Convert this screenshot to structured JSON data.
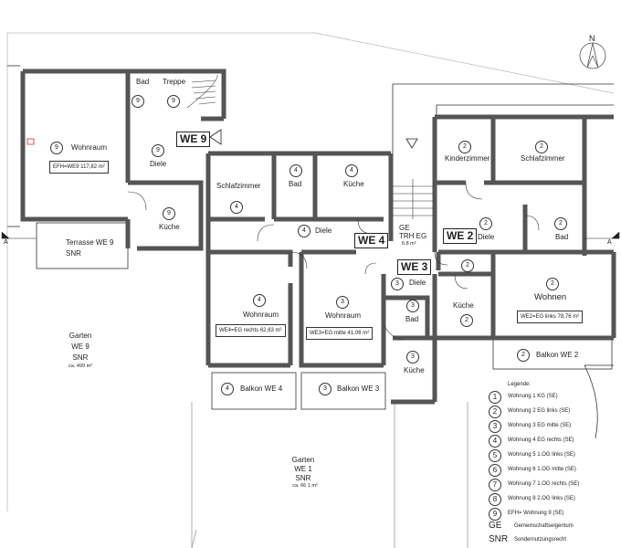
{
  "north": "N",
  "rooms": {
    "wohnraum_we9": "Wohnraum",
    "bad_we9": "Bad",
    "treppe": "Treppe",
    "diele_we9": "Diele",
    "kueche_we9": "Küche",
    "terrasse": "Terrasse WE 9",
    "terrasse_snr": "SNR",
    "schlaf_we4": "Schlafzimmer",
    "bad_we4": "Bad",
    "kueche_we4": "Küche",
    "diele_we4": "Diele",
    "wohnraum_we4": "Wohnraum",
    "balkon_we4": "Balkon  WE 4",
    "wohnraum_we3": "Wohnraum",
    "diele_we3": "Diele",
    "bad_we3": "Bad",
    "kueche_we3": "Küche",
    "balkon_we3": "Balkon WE 3",
    "kinder_we2": "Kinderzimmer",
    "schlaf_we2": "Schlafzimmer",
    "diele_we2": "Diele",
    "bad_we2": "Bad",
    "kueche_we2": "Küche",
    "wohnen_we2": "Wohnen",
    "balkon_we2": "Balkon  WE 2",
    "ge_trh": "GE",
    "trh_eg": "TRH EG",
    "trh_area": "6.8 m²"
  },
  "area_boxes": {
    "we9": "EFH=WE9   117,82 m²",
    "we4": "WE4=EG rechts  62,63 m²",
    "we3": "WE3=EG mitte  41,06 m²",
    "we2": "WE2=EG links  78,76 m²"
  },
  "we_tags": {
    "we9": "WE 9",
    "we4": "WE 4",
    "we3": "WE 3",
    "we2": "WE 2"
  },
  "section_marks": {
    "left": "A",
    "right": "A"
  },
  "gardens": {
    "g9_1": "Garten",
    "g9_2": "WE 9",
    "g9_3": "SNR",
    "g9_4": "ca. 499 m²",
    "g1_1": "Garten",
    "g1_2": "WE 1",
    "g1_3": "SNR",
    "g1_4": "ca. 66 1 m²"
  },
  "legend": {
    "title": "Legende:",
    "items": [
      {
        "num": "1",
        "text": "Wohnung 1   KG      (SE)"
      },
      {
        "num": "2",
        "text": "Wohnung 2   EG links (SE)"
      },
      {
        "num": "3",
        "text": "Wohnung 3   EG mitte (SE)"
      },
      {
        "num": "4",
        "text": "Wohnung 4   EG rechts (SE)"
      },
      {
        "num": "5",
        "text": "Wohnung 5  1.OG links (SE)"
      },
      {
        "num": "6",
        "text": "Wohnung 6  1.OG mitte (SE)"
      },
      {
        "num": "7",
        "text": "Wohnung 7  1.OG rechts (SE)"
      },
      {
        "num": "8",
        "text": "Wohnung 8  2.OG links (SE)"
      },
      {
        "num": "9",
        "text": "EFH= Wohnung 9  (SE)"
      }
    ],
    "abbr": [
      {
        "key": "GE",
        "text": "Gemeinschaftseigentum"
      },
      {
        "key": "SNR",
        "text": "Sondernutzungsrecht"
      }
    ]
  },
  "circle_nums": {
    "c_bad9": "9",
    "c_trep9": "9",
    "c_wohn9": "9",
    "c_diele9": "9",
    "c_kue9": "9",
    "c_schl4": "4",
    "c_bad4": "4",
    "c_kue4": "4",
    "c_diele4": "4",
    "c_wohn4": "4",
    "c_balk4": "4",
    "c_wohn3": "3",
    "c_diele3": "3",
    "c_bad3": "3",
    "c_kue3": "3",
    "c_balk3": "3",
    "c_kind2": "2",
    "c_schl2": "2",
    "c_diele2": "2",
    "c_bad2": "2",
    "c_hall2": "2",
    "c_kue2": "2",
    "c_wohn2": "2",
    "c_balk2": "2"
  }
}
